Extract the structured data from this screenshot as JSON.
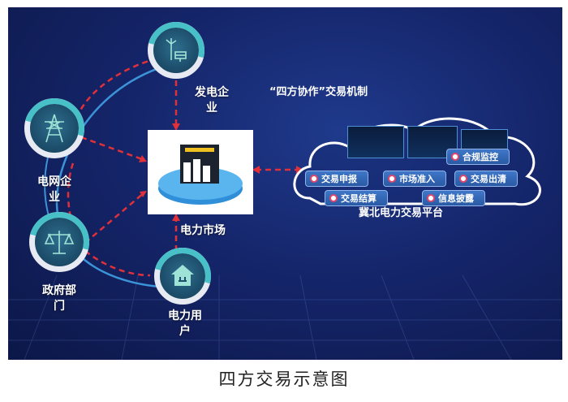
{
  "title": "“四方协作”交易机制",
  "caption": "四方交易示意图",
  "nodes": {
    "power_gen": "发电企业",
    "grid": "电网企业",
    "government": "政府部门",
    "user": "电力用户",
    "market": "电力市场"
  },
  "platform": {
    "name": "冀北电力交易平台",
    "functions": [
      "合规监控",
      "交易申报",
      "市场准入",
      "交易出清",
      "交易结算",
      "信息披露"
    ]
  },
  "icons": {
    "power_gen": "wind-solar-icon",
    "grid": "transmission-tower-icon",
    "government": "scales-icon",
    "user": "house-plug-icon",
    "market": "server-stack-icon"
  },
  "colors": {
    "dashed_arrow": "#e0303a",
    "ring": "#47c1c7",
    "panel": "#15256a"
  }
}
